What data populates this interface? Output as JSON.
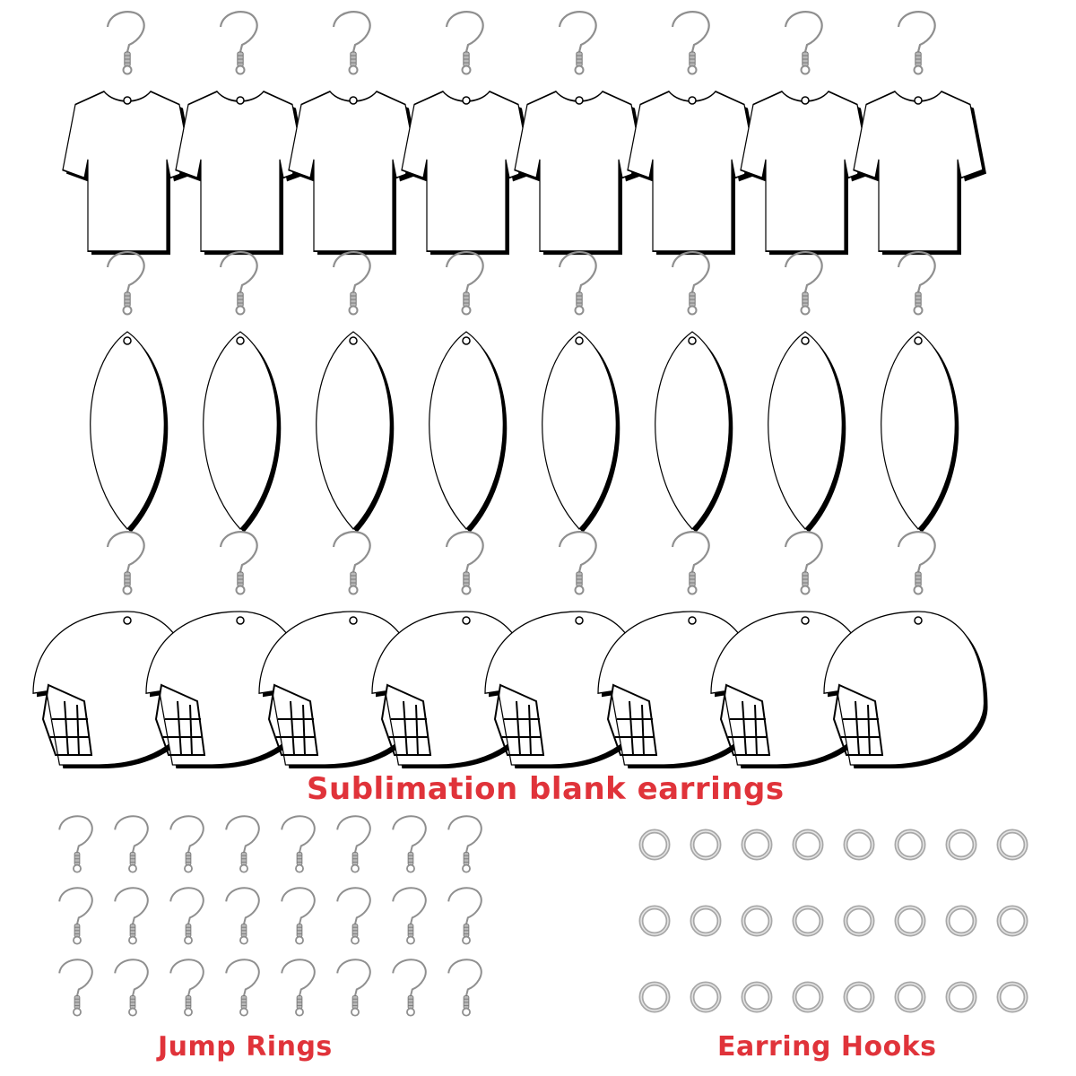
{
  "captions": {
    "main": "Sublimation blank earrings",
    "jump_rings": "Jump Rings",
    "earring_hooks": "Earring Hooks"
  },
  "colors": {
    "caption": "#e0333a",
    "blank_fill": "#ffffff",
    "blank_outline": "#000000",
    "metal": "#9a9a9a"
  },
  "earring_rows": [
    {
      "shape": "t-shirt",
      "count": 8
    },
    {
      "shape": "football",
      "count": 8
    },
    {
      "shape": "football-helmet",
      "count": 8
    }
  ],
  "hook_grid": {
    "rows": 3,
    "cols": 8
  },
  "ring_grid": {
    "rows": 3,
    "cols": 8
  }
}
